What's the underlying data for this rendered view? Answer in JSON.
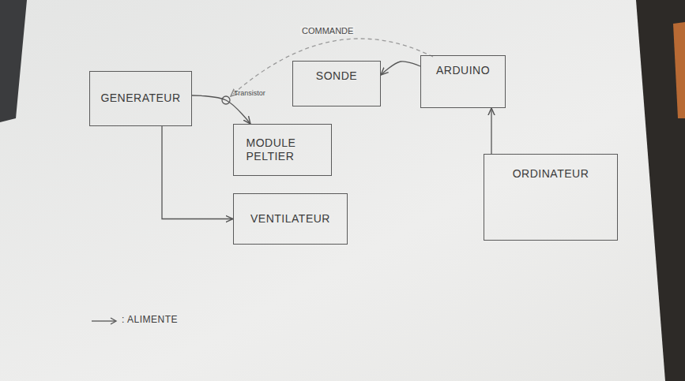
{
  "diagram": {
    "nodes": [
      {
        "text": [
          "GENERATEUR"
        ]
      },
      {
        "text": [
          "SONDE"
        ]
      },
      {
        "text": [
          "ARDUINO"
        ]
      },
      {
        "text": [
          "MODULE PELTIER"
        ]
      },
      {
        "text": [
          "VENTILATEUR"
        ]
      },
      {
        "text": [
          "ORDINATEUR"
        ]
      }
    ],
    "edges": [
      {
        "from": 0,
        "to": 3,
        "arrow": "to"
      },
      {
        "from": 0,
        "to": 4,
        "arrow": "to"
      },
      {
        "from": 5,
        "to": 2,
        "arrow": "to"
      },
      {
        "from": 2,
        "to": 1,
        "arrow": "to"
      }
    ],
    "labels": [
      "COMMANDE",
      "Transistor"
    ],
    "legend": [
      {
        "text": ": ALIMENTE"
      }
    ]
  }
}
